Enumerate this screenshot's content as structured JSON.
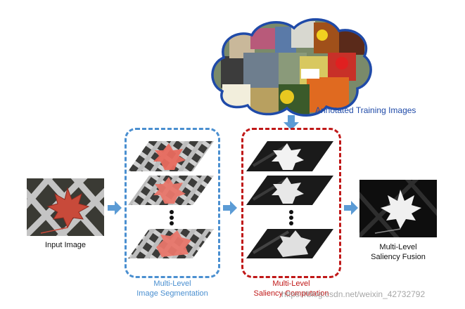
{
  "labels": {
    "annotated": "Annotated Training Images",
    "input": "Input Image",
    "seg_line1": "Multi-Level",
    "seg_line2": "Image Segmentation",
    "sal_line1": "Multi-Level",
    "sal_line2": "Saliency Computation",
    "fusion_line1": "Multi-Level",
    "fusion_line2": "Saliency Fusion",
    "watermark": "https://blog.csdn.net/weixin_42732792"
  },
  "colors": {
    "segmentation_box": "#4a8fd0",
    "saliency_box": "#c01818",
    "arrow": "#5b9bd5"
  }
}
